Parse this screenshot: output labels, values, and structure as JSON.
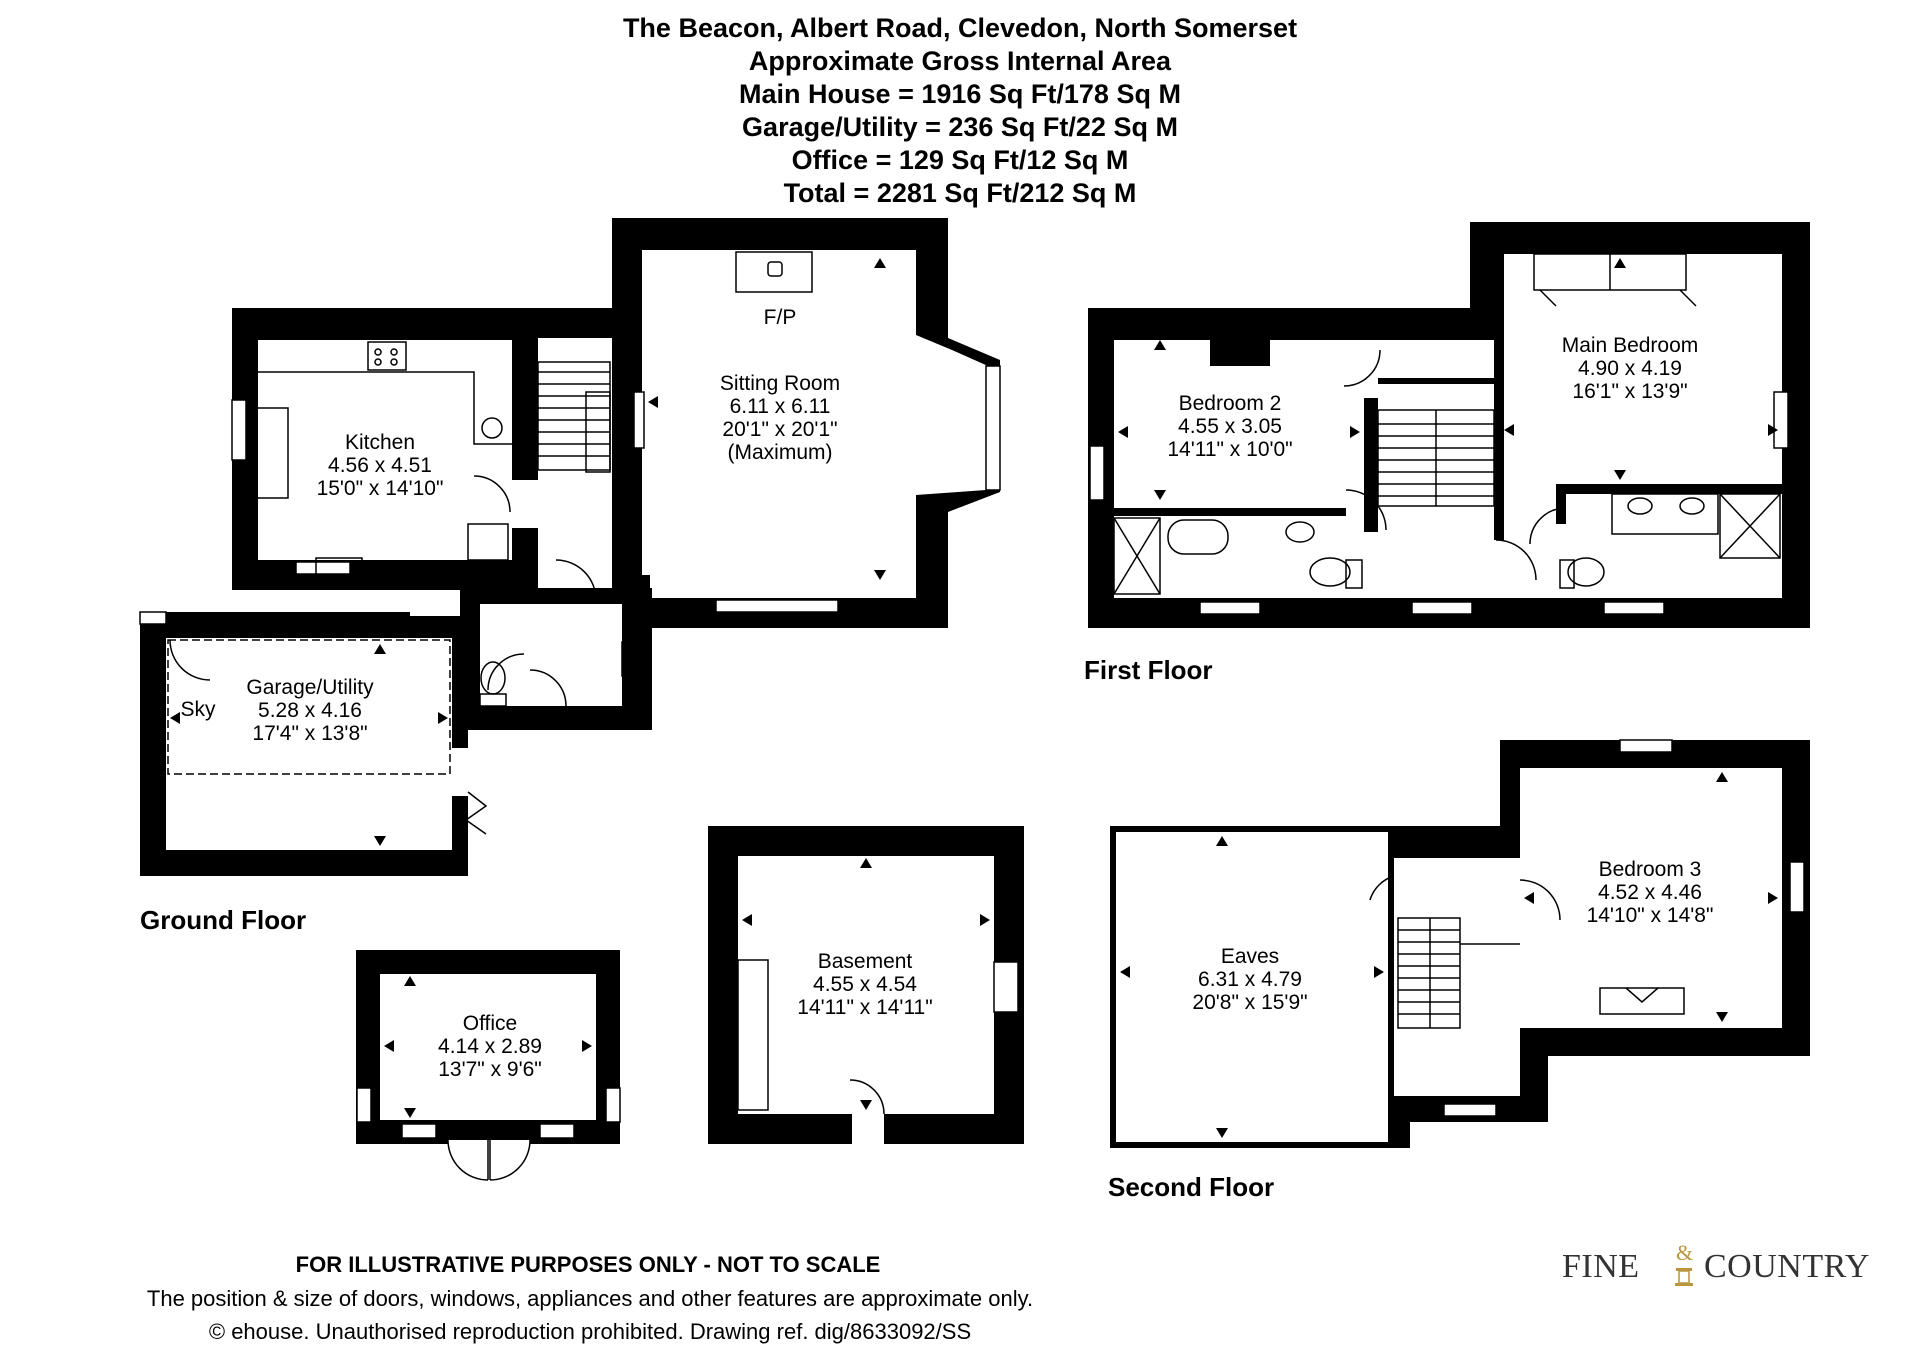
{
  "header": {
    "lines": [
      "The Beacon, Albert Road, Clevedon, North Somerset",
      "Approximate Gross Internal Area",
      "Main House = 1916 Sq Ft/178 Sq M",
      "Garage/Utility = 236 Sq Ft/22 Sq M",
      "Office = 129 Sq Ft/12 Sq M",
      "Total = 2281 Sq Ft/212 Sq M"
    ]
  },
  "floors": {
    "ground": "Ground Floor",
    "first": "First Floor",
    "second": "Second Floor"
  },
  "rooms": {
    "sitting_room": [
      "Sitting Room",
      "6.11 x 6.11",
      "20'1\" x 20'1\"",
      "(Maximum)"
    ],
    "fireplace": "F/P",
    "kitchen": [
      "Kitchen",
      "4.56 x 4.51",
      "15'0\" x 14'10\""
    ],
    "garage": [
      "Garage/Utility",
      "5.28 x 4.16",
      "17'4\" x 13'8\""
    ],
    "sky": "Sky",
    "basement": [
      "Basement",
      "4.55 x 4.54",
      "14'11\" x 14'11\""
    ],
    "office": [
      "Office",
      "4.14 x 2.89",
      "13'7\" x 9'6\""
    ],
    "bedroom2": [
      "Bedroom 2",
      "4.55 x 3.05",
      "14'11\" x 10'0\""
    ],
    "main_bedroom": [
      "Main Bedroom",
      "4.90 x 4.19",
      "16'1\" x 13'9\""
    ],
    "eaves": [
      "Eaves",
      "6.31 x 4.79",
      "20'8\" x 15'9\""
    ],
    "bedroom3": [
      "Bedroom 3",
      "4.52 x 4.46",
      "14'10\" x 14'8\""
    ]
  },
  "footer": {
    "disclaimer": "FOR ILLUSTRATIVE PURPOSES ONLY - NOT TO SCALE",
    "note": "The position & size of doors, windows, appliances and other features are approximate only.",
    "copyright": "© ehouse. Unauthorised reproduction prohibited. Drawing ref. dig/8633092/SS"
  },
  "logo": {
    "left": "Fine",
    "amp": "&",
    "right": "Country"
  },
  "colors": {
    "wall": "#000000",
    "line": "#000000",
    "background": "#ffffff",
    "logo_gold": "#b8963e"
  }
}
